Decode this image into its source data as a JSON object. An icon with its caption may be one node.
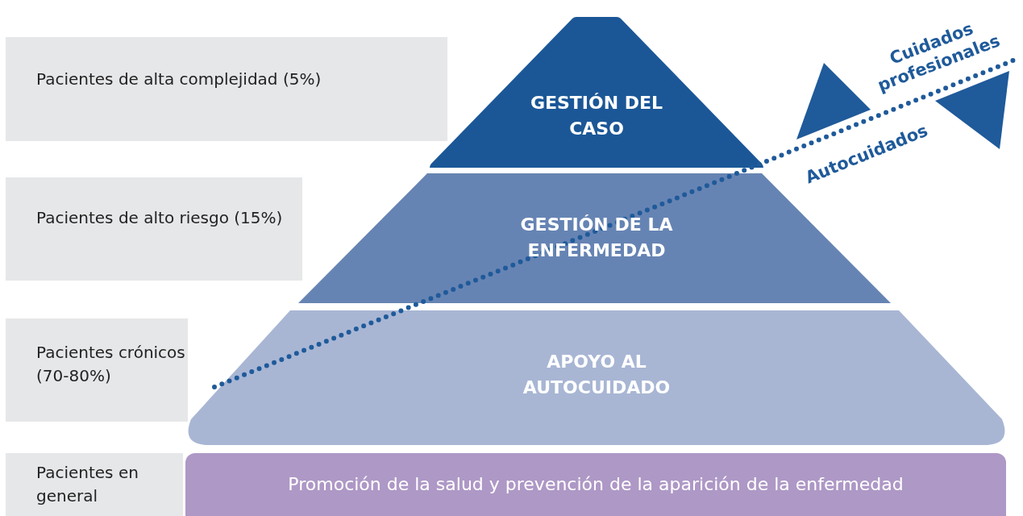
{
  "diagram": {
    "nodes": [
      {
        "text": [
          "Pacientes de alta complejidad (5%)"
        ]
      },
      {
        "text": [
          "Pacientes de alto riesgo (15%)"
        ]
      },
      {
        "text": [
          "Pacientes crónicos (70-80%)"
        ]
      },
      {
        "text": [
          "Pacientes en general"
        ]
      },
      {
        "text": [
          "GESTIÓN DEL CASO"
        ]
      },
      {
        "text": [
          "GESTIÓN DE LA ENFERMEDAD"
        ]
      },
      {
        "text": [
          "APOYO AL AUTOCUIDADO"
        ]
      },
      {
        "text": [
          "Promoción de la salud y prevención de la aparición de la enfermedad"
        ]
      }
    ],
    "labels": [
      "Cuidados profesionales",
      "Autocuidados"
    ]
  }
}
